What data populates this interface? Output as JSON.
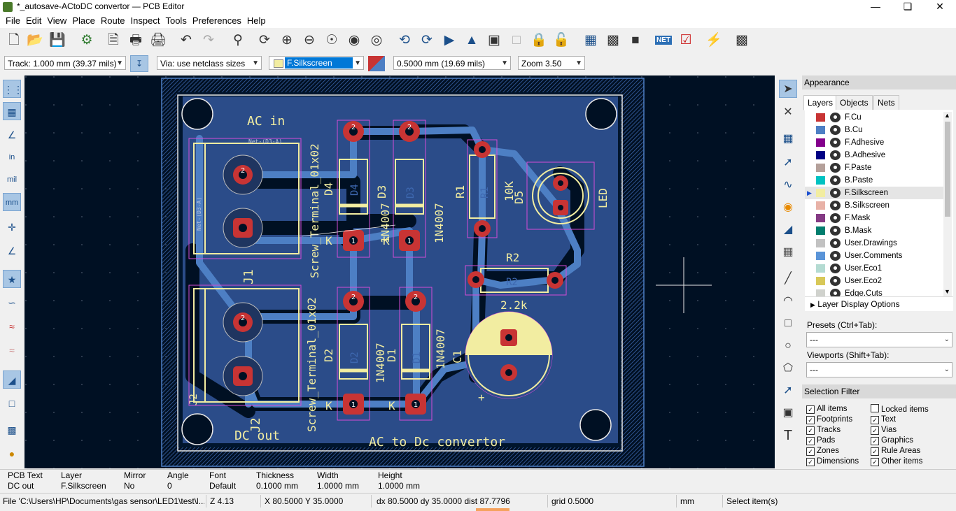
{
  "window": {
    "title": "*_autosave-ACtoDC convertor — PCB Editor"
  },
  "menu": [
    "File",
    "Edit",
    "View",
    "Place",
    "Route",
    "Inspect",
    "Tools",
    "Preferences",
    "Help"
  ],
  "toolbar2": {
    "track": "Track: 1.000 mm (39.37 mils)",
    "via": "Via: use netclass sizes",
    "layer": "F.Silkscreen",
    "grid": "0.5000 mm (19.69 mils)",
    "zoom": "Zoom 3.50"
  },
  "left_toolbar": {
    "in": "in",
    "mil": "mil",
    "mm": "mm"
  },
  "pcb": {
    "silk": {
      "ac_in": "AC in",
      "dc_out": "DC out",
      "title": "AC to Dc convertor",
      "j1": "J1",
      "j2": "J2",
      "screw1": "Screw_Terminal_01x02",
      "screw2": "Screw_Terminal_01x02",
      "d4": "D4",
      "d3": "D3",
      "d2": "D2",
      "d1": "D1",
      "d4_val": "1N4007",
      "d3_val": "1N4007",
      "d2_val": "1N4007",
      "d1_val": "1N4007",
      "r1": "R1",
      "r1_val": "10K",
      "r2": "R2",
      "r2_val": "2.2k",
      "d5": "D5",
      "led": "LED",
      "c1": "C1",
      "plus": "+",
      "k1": "K",
      "k2": "K",
      "k3": "K",
      "k4": "K",
      "net_label": "Net-(D3-A)",
      "net_label2": "Net-(D3-A)",
      "pad1": "1",
      "pad2": "2"
    }
  },
  "appearance": {
    "header": "Appearance",
    "tabs": [
      "Layers",
      "Objects",
      "Nets"
    ],
    "layers": [
      {
        "name": "F.Cu",
        "color": "#c83434"
      },
      {
        "name": "B.Cu",
        "color": "#4d7fc4"
      },
      {
        "name": "F.Adhesive",
        "color": "#84008c"
      },
      {
        "name": "B.Adhesive",
        "color": "#000084"
      },
      {
        "name": "F.Paste",
        "color": "#b4a09a"
      },
      {
        "name": "B.Paste",
        "color": "#00c2c2"
      },
      {
        "name": "F.Silkscreen",
        "color": "#f2eda1"
      },
      {
        "name": "B.Silkscreen",
        "color": "#e8b2a7"
      },
      {
        "name": "F.Mask",
        "color": "#843a84"
      },
      {
        "name": "B.Mask",
        "color": "#027e6e"
      },
      {
        "name": "User.Drawings",
        "color": "#c2c2c2"
      },
      {
        "name": "User.Comments",
        "color": "#5a94d8"
      },
      {
        "name": "User.Eco1",
        "color": "#b4dbd2"
      },
      {
        "name": "User.Eco2",
        "color": "#d8c858"
      },
      {
        "name": "Edge.Cuts",
        "color": "#d0d2cd"
      }
    ],
    "layer_display_options": "Layer Display Options",
    "presets_label": "Presets (Ctrl+Tab):",
    "presets_value": "---",
    "viewports_label": "Viewports (Shift+Tab):",
    "viewports_value": "---"
  },
  "selection_filter": {
    "header": "Selection Filter",
    "items": [
      {
        "label": "All items",
        "checked": true
      },
      {
        "label": "Locked items",
        "checked": false
      },
      {
        "label": "Footprints",
        "checked": true
      },
      {
        "label": "Text",
        "checked": true
      },
      {
        "label": "Tracks",
        "checked": true
      },
      {
        "label": "Vias",
        "checked": true
      },
      {
        "label": "Pads",
        "checked": true
      },
      {
        "label": "Graphics",
        "checked": true
      },
      {
        "label": "Zones",
        "checked": true
      },
      {
        "label": "Rule Areas",
        "checked": true
      },
      {
        "label": "Dimensions",
        "checked": true
      },
      {
        "label": "Other items",
        "checked": true
      }
    ]
  },
  "message_panel": [
    {
      "label": "PCB Text",
      "value": "DC out"
    },
    {
      "label": "Layer",
      "value": "F.Silkscreen"
    },
    {
      "label": "Mirror",
      "value": "No"
    },
    {
      "label": "Angle",
      "value": "0"
    },
    {
      "label": "Font",
      "value": "Default"
    },
    {
      "label": "Thickness",
      "value": "0.1000 mm"
    },
    {
      "label": "Width",
      "value": "1.0000 mm"
    },
    {
      "label": "Height",
      "value": "1.0000 mm"
    }
  ],
  "status": {
    "file": "File 'C:\\Users\\HP\\Documents\\gas sensor\\LED1\\test\\l...",
    "z": "Z 4.13",
    "xy": "X 80.5000  Y 35.0000",
    "delta": "dx 80.5000  dy 35.0000  dist 87.7796",
    "grid": "grid 0.5000",
    "units": "mm",
    "mode": "Select item(s)"
  }
}
